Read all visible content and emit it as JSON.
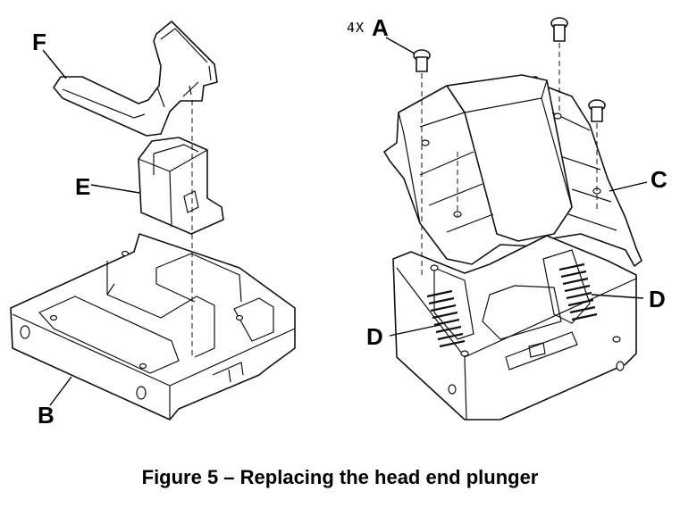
{
  "callouts": {
    "A": "A",
    "quantity": "4X",
    "B": "B",
    "C": "C",
    "D_left": "D",
    "D_right": "D",
    "E": "E",
    "F": "F"
  },
  "caption": "Figure 5 – Replacing the head end plunger"
}
